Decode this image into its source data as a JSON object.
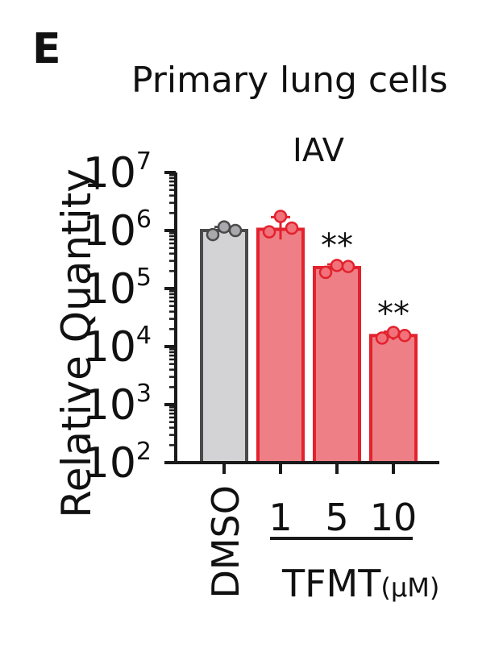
{
  "panel_letter": "E",
  "title": "Primary lung cells",
  "colors": {
    "dmso_fill": "#d3d3d6",
    "dmso_stroke": "#4a4a4a",
    "dmso_point": "#a9a9ad",
    "treat_fill": "#ef7f86",
    "treat_stroke": "#e2222d",
    "treat_point": "#f1727a",
    "axis": "#1a1a1a"
  },
  "chart_data": {
    "type": "bar",
    "title": "IAV",
    "ylabel": "Relative Quantity",
    "yscale": "log",
    "ylim": [
      100,
      10000000
    ],
    "yticks": [
      {
        "value": 100,
        "base": "10",
        "exp": "2"
      },
      {
        "value": 1000,
        "base": "10",
        "exp": "3"
      },
      {
        "value": 10000,
        "base": "10",
        "exp": "4"
      },
      {
        "value": 100000,
        "base": "10",
        "exp": "5"
      },
      {
        "value": 1000000,
        "base": "10",
        "exp": "6"
      },
      {
        "value": 10000000,
        "base": "10",
        "exp": "7"
      }
    ],
    "categories": [
      "DMSO",
      "1",
      "5",
      "10"
    ],
    "group_label": "TFMT",
    "group_unit": "(μM)",
    "bars": [
      {
        "category": "DMSO",
        "value": 1000000,
        "group": "control",
        "error": [
          900000,
          1150000
        ],
        "points": [
          850000,
          1150000,
          1000000
        ],
        "annotation": ""
      },
      {
        "category": "1",
        "value": 1050000,
        "group": "treatment",
        "error": [
          700000,
          1700000
        ],
        "points": [
          950000,
          1750000,
          1100000
        ],
        "annotation": ""
      },
      {
        "category": "5",
        "value": 230000,
        "group": "treatment",
        "error": [
          200000,
          260000
        ],
        "points": [
          190000,
          250000,
          240000
        ],
        "annotation": "**"
      },
      {
        "category": "10",
        "value": 15500,
        "group": "treatment",
        "error": [
          13000,
          18000
        ],
        "points": [
          14000,
          17500,
          15500
        ],
        "annotation": "**"
      }
    ]
  }
}
